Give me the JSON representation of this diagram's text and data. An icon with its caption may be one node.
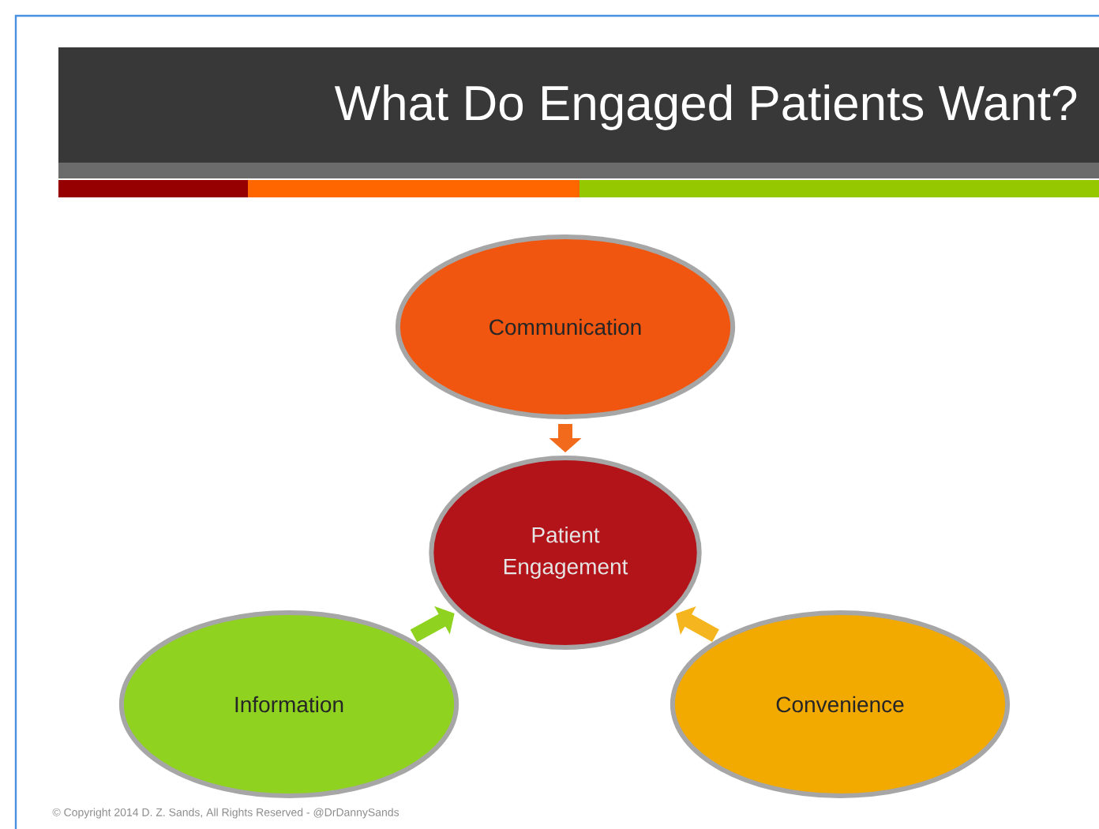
{
  "diagram": {
    "title": "What Do Engaged Patients Want?",
    "nodes": [
      {
        "text": [
          "Communication"
        ]
      },
      {
        "text": [
          "Patient Engagement"
        ]
      },
      {
        "text": [
          "Information"
        ]
      },
      {
        "text": [
          "Convenience"
        ]
      }
    ],
    "edges": [
      {
        "from": 0,
        "to": 1,
        "arrow": "to",
        "color": "#f26a1b"
      },
      {
        "from": 2,
        "to": 1,
        "arrow": "to",
        "color": "#8fd320"
      },
      {
        "from": 3,
        "to": 1,
        "arrow": "to",
        "color": "#f5b51e"
      }
    ],
    "labels": [
      "© Copyright 2014 D. Z. Sands, All Rights Reserved - @DrDannySands"
    ]
  }
}
